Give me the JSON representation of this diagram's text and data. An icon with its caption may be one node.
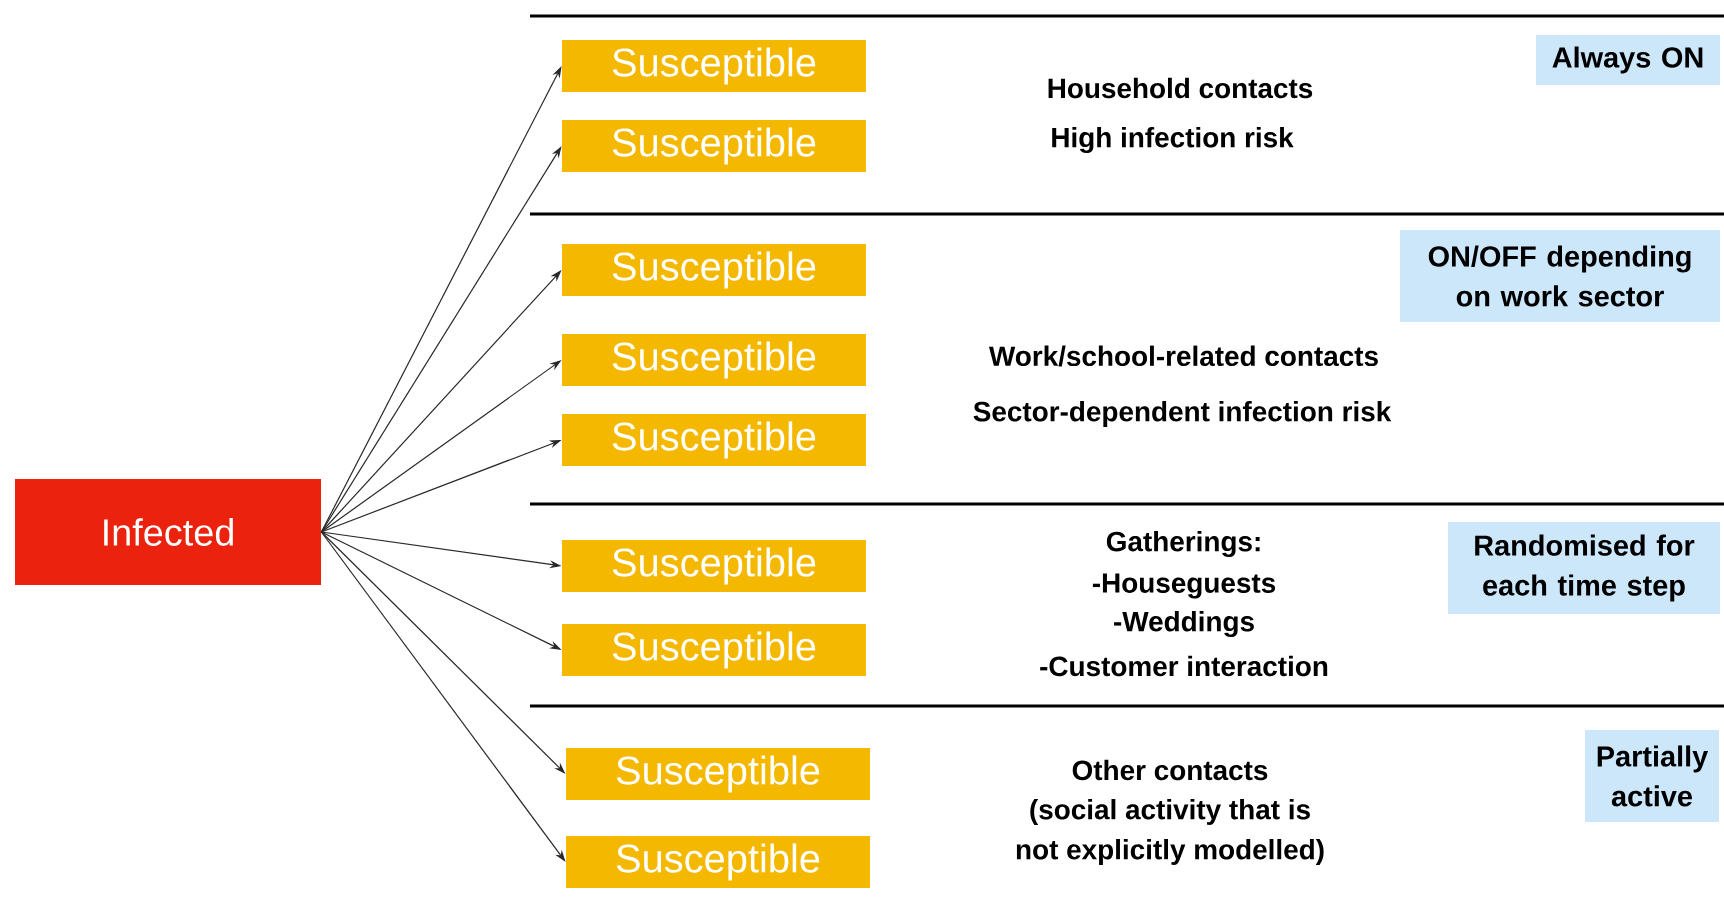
{
  "diagram": {
    "nodes": [
      {
        "text": [
          "Infected"
        ]
      },
      {
        "text": [
          "Susceptible"
        ]
      },
      {
        "text": [
          "Susceptible"
        ]
      },
      {
        "text": [
          "Susceptible"
        ]
      },
      {
        "text": [
          "Susceptible"
        ]
      },
      {
        "text": [
          "Susceptible"
        ]
      },
      {
        "text": [
          "Susceptible"
        ]
      },
      {
        "text": [
          "Susceptible"
        ]
      },
      {
        "text": [
          "Susceptible"
        ]
      },
      {
        "text": [
          "Susceptible"
        ]
      },
      {
        "text": [
          "Always ON"
        ]
      },
      {
        "text": [
          "ON/OFF depending on work sector"
        ]
      },
      {
        "text": [
          "Randomised for each time step"
        ]
      },
      {
        "text": [
          "Partially active"
        ]
      }
    ],
    "edges": [
      {
        "from": 0,
        "to": 1,
        "arrow": "to"
      },
      {
        "from": 0,
        "to": 2,
        "arrow": "to"
      },
      {
        "from": 0,
        "to": 3,
        "arrow": "to"
      },
      {
        "from": 0,
        "to": 4,
        "arrow": "to"
      },
      {
        "from": 0,
        "to": 5,
        "arrow": "to"
      },
      {
        "from": 0,
        "to": 6,
        "arrow": "to"
      },
      {
        "from": 0,
        "to": 7,
        "arrow": "to"
      },
      {
        "from": 0,
        "to": 8,
        "arrow": "to"
      },
      {
        "from": 0,
        "to": 9,
        "arrow": "to"
      }
    ],
    "labels": [
      "Household contacts",
      "High infection risk",
      "Work/school-related contacts",
      "Sector-dependent infection risk",
      "Gatherings:",
      "-Houseguests",
      "-Weddings",
      "-Customer interaction",
      "Other contacts",
      "(social activity that is",
      "not explicitly modelled)"
    ]
  }
}
